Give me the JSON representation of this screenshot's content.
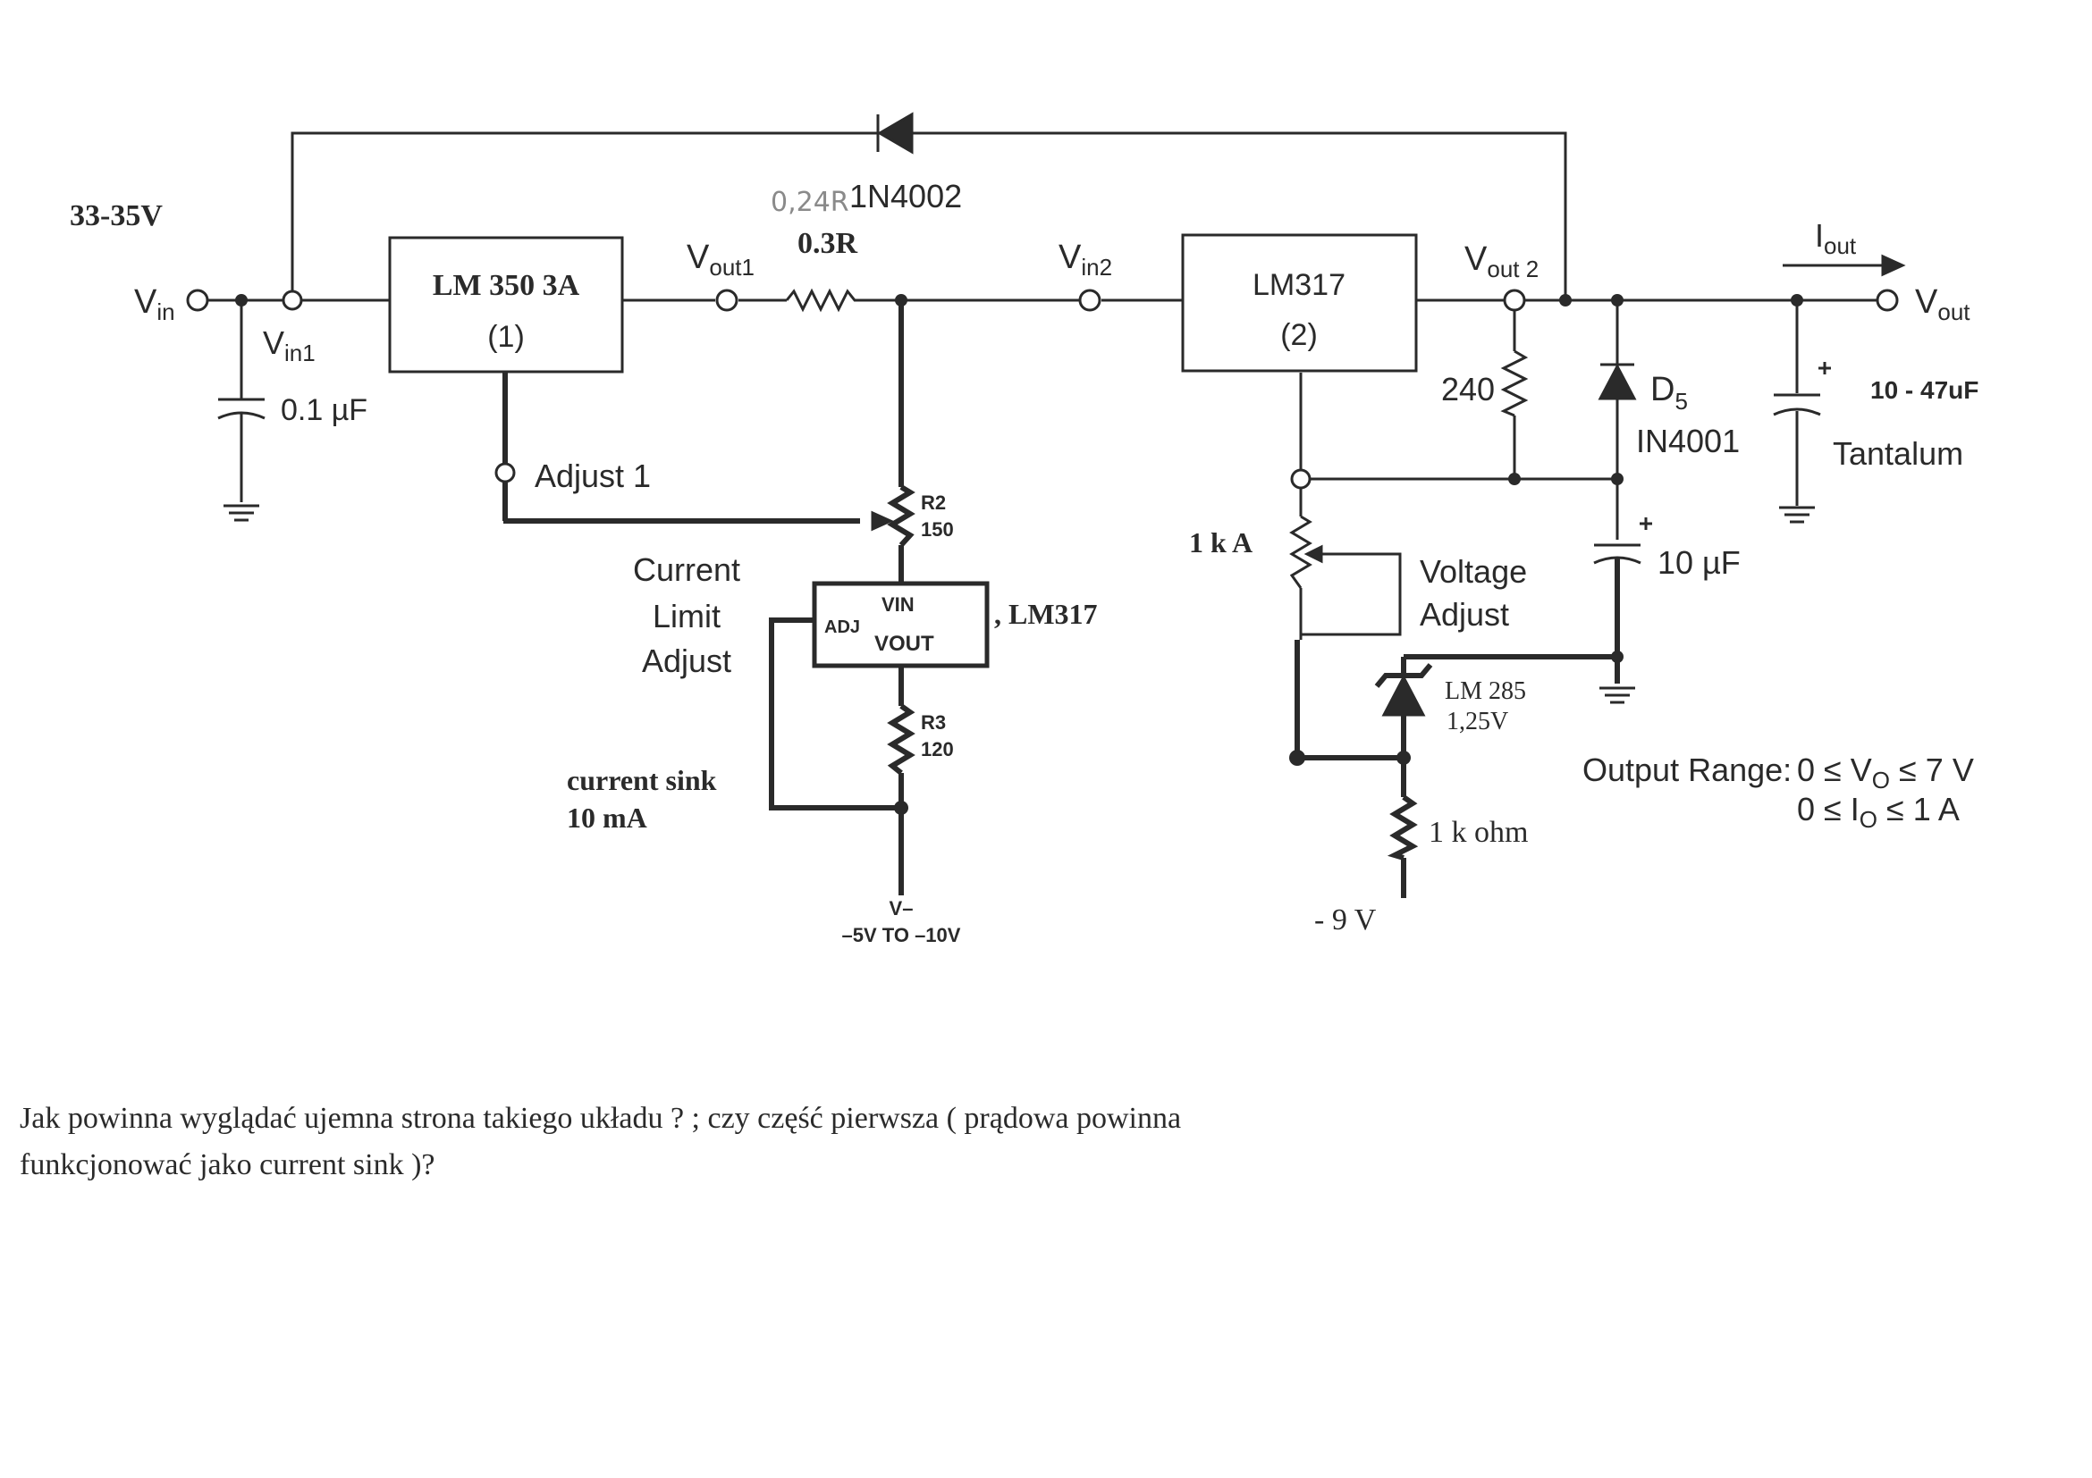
{
  "labels": {
    "supply": "33-35V",
    "vin": "V",
    "vin_sub": "in",
    "vin1": "V",
    "vin1_sub": "in1",
    "cap_input": "0.1 µF",
    "reg1_line1": "LM 350  3A",
    "reg1_line2": "(1)",
    "adjust1": "Adjust 1",
    "vout1": "V",
    "vout1_sub": "out1",
    "handwritten": "0,24R",
    "diode_feedback": "1N4002",
    "shunt": "0.3R",
    "vin2": "V",
    "vin2_sub": "in2",
    "reg2_line1": "LM317",
    "reg2_line2": "(2)",
    "vout2": "V",
    "vout2_sub": "out 2",
    "r240": "240",
    "d5": "D",
    "d5_sub": "5",
    "d5_part": "IN4001",
    "iout": "I",
    "iout_sub": "out",
    "vout": "V",
    "vout_sub": "out",
    "cap_out": "10 - 47uF",
    "tantalum": "Tantalum",
    "cap_10uf": "10 µF",
    "pot_1k": "1 k A",
    "voltage_adjust_1": "Voltage",
    "voltage_adjust_2": "Adjust",
    "lm285_1": "LM 285",
    "lm285_2": "1,25V",
    "r_1k": "1 k ohm",
    "neg9": "- 9 V",
    "r2_name": "R2",
    "r2_val": "150",
    "current_limit_1": "Current",
    "current_limit_2": "Limit",
    "current_limit_3": "Adjust",
    "sink_reg_vin": "VIN",
    "sink_reg_adj": "ADJ",
    "sink_reg_vout": "VOUT",
    "sink_reg_name": ", LM317",
    "r3_name": "R3",
    "r3_val": "120",
    "current_sink_1": "current sink",
    "current_sink_2": "10 mA",
    "vminus": "V–",
    "vminus_range": "–5V TO –10V",
    "range_title": "Output Range:",
    "range_v": "0 ≤ V",
    "range_v_sub": "O",
    "range_v_tail": " ≤ 7  V",
    "range_i": "0 ≤ I",
    "range_i_sub": "O",
    "range_i_tail": " ≤ 1    A"
  },
  "question": {
    "line1": "Jak  powinna wyglądać  ujemna  strona  takiego  układu  ? ; czy  część pierwsza ( prądowa powinna",
    "line2": "funkcjonować jako  current sink )?"
  }
}
